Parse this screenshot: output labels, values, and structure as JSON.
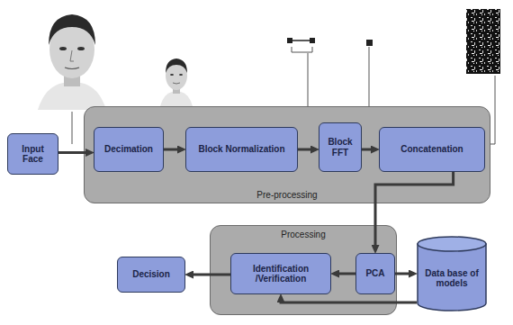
{
  "diagram": {
    "nodes": [
      {
        "text": [
          "Input Face"
        ]
      },
      {
        "text": [
          "Pre-processing"
        ]
      },
      {
        "text": [
          "Decimation"
        ],
        "in": 1
      },
      {
        "text": [
          "Block Normalization"
        ],
        "in": 1
      },
      {
        "text": [
          "Block FFT"
        ],
        "in": 1
      },
      {
        "text": [
          "Concatenation"
        ],
        "in": 1
      },
      {
        "text": [
          "Processing"
        ]
      },
      {
        "text": [
          "Identification /Verification"
        ],
        "in": 6
      },
      {
        "text": [
          "PCA"
        ],
        "in": 6
      },
      {
        "text": [
          "Data base of models"
        ]
      },
      {
        "text": [
          "Decision"
        ]
      }
    ],
    "edges": [
      {
        "from": 0,
        "to": 2,
        "arrow": "to"
      },
      {
        "from": 2,
        "to": 3,
        "arrow": "to"
      },
      {
        "from": 3,
        "to": 4,
        "arrow": "to"
      },
      {
        "from": 4,
        "to": 5,
        "arrow": "to"
      },
      {
        "from": 5,
        "to": 8,
        "arrow": "to"
      },
      {
        "from": 8,
        "to": 7,
        "arrow": "to"
      },
      {
        "from": 8,
        "to": 9,
        "arrow": "to"
      },
      {
        "from": 9,
        "to": 7,
        "arrow": "to"
      },
      {
        "from": 7,
        "to": 10,
        "arrow": "to"
      }
    ]
  }
}
